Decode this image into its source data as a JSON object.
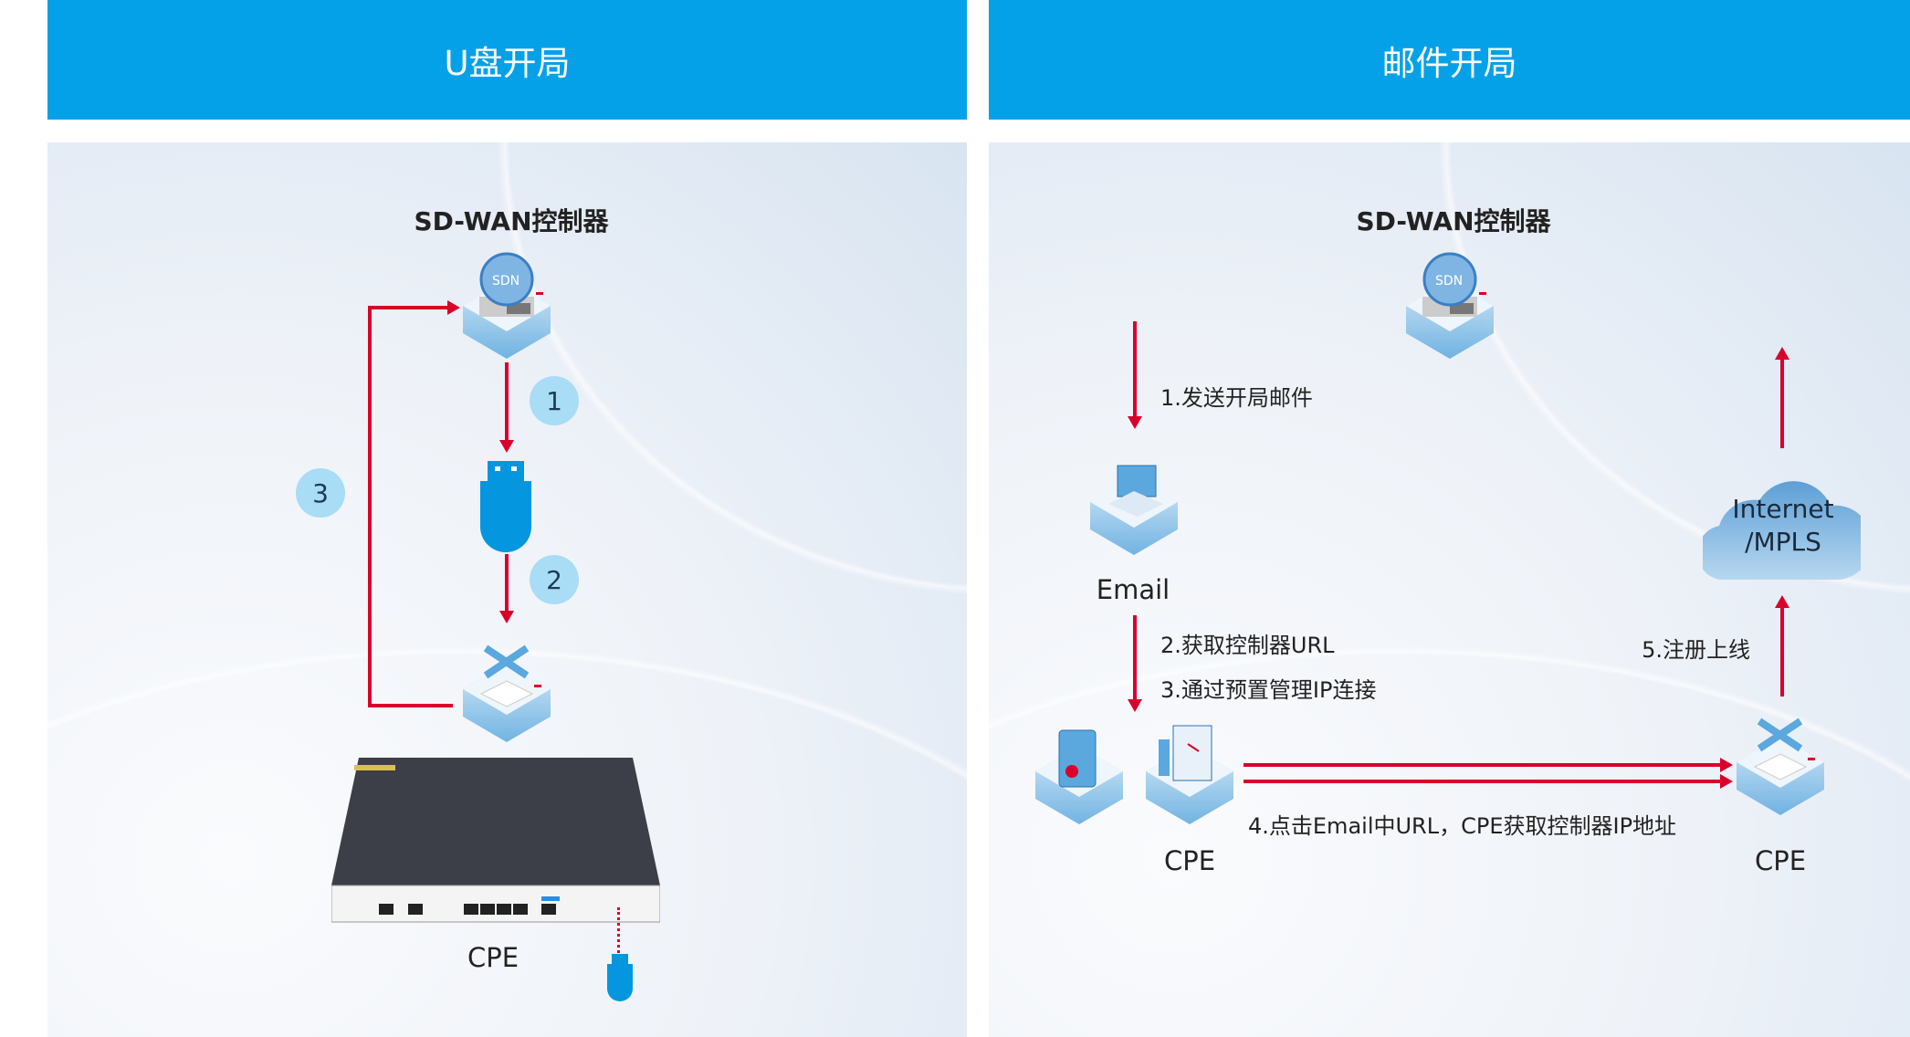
{
  "left": {
    "title": "U盘开局",
    "controller_label": "SD-WAN控制器",
    "steps": [
      "1",
      "2",
      "3"
    ],
    "cpe_label": "CPE"
  },
  "right": {
    "title": "邮件开局",
    "controller_label": "SD-WAN控制器",
    "step1": "1.发送开局邮件",
    "email_label": "Email",
    "step2": "2.获取控制器URL",
    "step3": "3.通过预置管理IP连接",
    "step4": "4.点击Email中URL，CPE获取控制器IP地址",
    "step5": "5.注册上线",
    "cpe_left_label": "CPE",
    "cpe_right_label": "CPE",
    "cloud_line1": "Internet",
    "cloud_line2": "/MPLS"
  },
  "colors": {
    "header": "#05a1e8",
    "arrow": "#d9002b",
    "usb": "#0596e0",
    "badge": "#a9dcf5"
  }
}
